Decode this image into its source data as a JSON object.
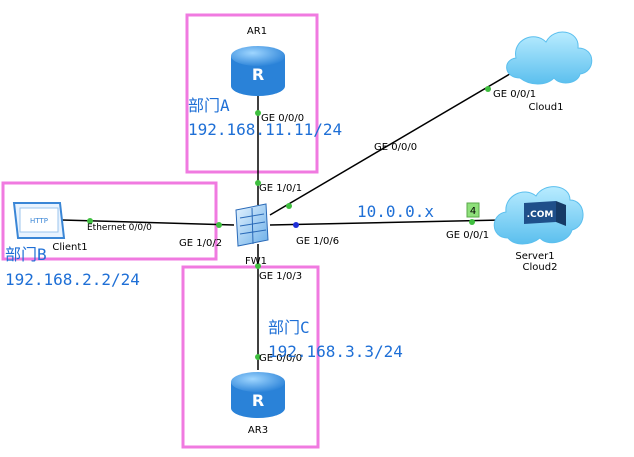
{
  "colors": {
    "link": "#000000",
    "port_dot_up": "#3fbf3f",
    "port_dot_blue": "#1f2fd6",
    "zone_border": "#f07ae0",
    "dept_text": "#1e6fd6",
    "router_fill": "#3b9be8",
    "cloud_fill": "#7fd0f6"
  },
  "devices": {
    "ar1": "AR1",
    "ar3": "AR3",
    "fw1": "FW1",
    "client1": "Client1",
    "client1_screen": "HTTP",
    "cloud1": "Cloud1",
    "server1": "Server1",
    "cloud2": "Cloud2",
    "server_badge": ".COM"
  },
  "ports": {
    "ar1_ge000": "GE 0/0/0",
    "fw1_ge101": "GE 1/0/1",
    "cloud1_ge001": "GE 0/0/1",
    "fw1_ge000": "GE 0/0/0",
    "client1_eth": "Ethernet 0/0/0",
    "fw1_ge102": "GE 1/0/2",
    "fw1_ge106": "GE 1/0/6",
    "cloud2_ge001": "GE 0/0/1",
    "fw1_ge103": "GE 1/0/3",
    "ar3_ge000": "GE 0/0/0"
  },
  "annotations": {
    "dept_a": "部门A",
    "ip_a": "192.168.11.11/24",
    "dept_b": "部门B",
    "ip_b": "192.168.2.2/24",
    "dept_c": "部门C",
    "ip_c": "192.168.3.3/24",
    "wan_net": "10.0.0.x",
    "port_badge": "4"
  }
}
